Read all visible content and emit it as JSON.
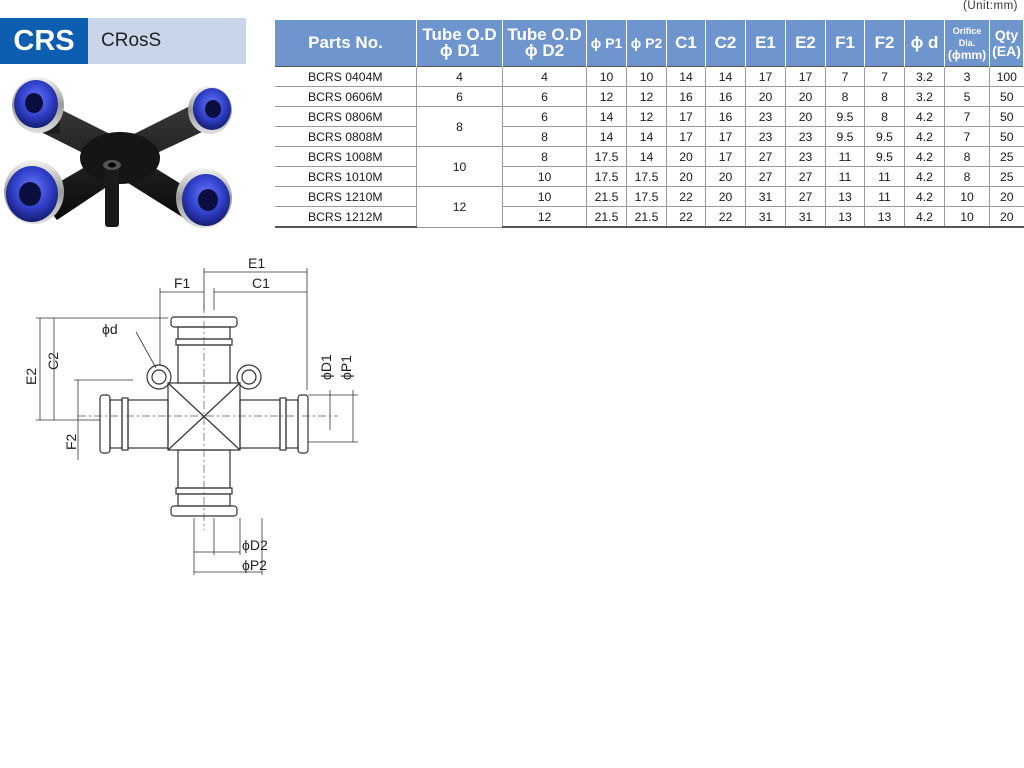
{
  "title": {
    "code": "CRS",
    "name": "CRosS"
  },
  "unit_note": "(Unit:mm)",
  "table": {
    "headers": {
      "parts": "Parts No.",
      "d1_line1": "Tube O.D",
      "d1_line2": "ϕ D1",
      "d2_line1": "Tube O.D",
      "d2_line2": "ϕ D2",
      "p1": "ϕ P1",
      "p2": "ϕ P2",
      "c1": "C1",
      "c2": "C2",
      "e1": "E1",
      "e2": "E2",
      "f1": "F1",
      "f2": "F2",
      "d": "ϕ d",
      "orifice_line1": "Orifice Dia.",
      "orifice_line2": "(ϕmm)",
      "qty_line1": "Qty",
      "qty_line2": "(EA)"
    },
    "rows": [
      {
        "part": "BCRS 0404M",
        "d1": "4",
        "d2": "4",
        "p1": "10",
        "p2": "10",
        "c1": "14",
        "c2": "14",
        "e1": "17",
        "e2": "17",
        "f1": "7",
        "f2": "7",
        "d": "3.2",
        "orifice": "3",
        "qty": "100"
      },
      {
        "part": "BCRS 0606M",
        "d1": "6",
        "d2": "6",
        "p1": "12",
        "p2": "12",
        "c1": "16",
        "c2": "16",
        "e1": "20",
        "e2": "20",
        "f1": "8",
        "f2": "8",
        "d": "3.2",
        "orifice": "5",
        "qty": "50"
      },
      {
        "part": "BCRS 0806M",
        "d1": "8",
        "d2": "6",
        "p1": "14",
        "p2": "12",
        "c1": "17",
        "c2": "16",
        "e1": "23",
        "e2": "20",
        "f1": "9.5",
        "f2": "8",
        "d": "4.2",
        "orifice": "7",
        "qty": "50"
      },
      {
        "part": "BCRS 0808M",
        "d1": "",
        "d2": "8",
        "p1": "14",
        "p2": "14",
        "c1": "17",
        "c2": "17",
        "e1": "23",
        "e2": "23",
        "f1": "9.5",
        "f2": "9.5",
        "d": "4.2",
        "orifice": "7",
        "qty": "50"
      },
      {
        "part": "BCRS 1008M",
        "d1": "10",
        "d2": "8",
        "p1": "17.5",
        "p2": "14",
        "c1": "20",
        "c2": "17",
        "e1": "27",
        "e2": "23",
        "f1": "11",
        "f2": "9.5",
        "d": "4.2",
        "orifice": "8",
        "qty": "25"
      },
      {
        "part": "BCRS 1010M",
        "d1": "",
        "d2": "10",
        "p1": "17.5",
        "p2": "17.5",
        "c1": "20",
        "c2": "20",
        "e1": "27",
        "e2": "27",
        "f1": "11",
        "f2": "11",
        "d": "4.2",
        "orifice": "8",
        "qty": "25"
      },
      {
        "part": "BCRS 1210M",
        "d1": "12",
        "d2": "10",
        "p1": "21.5",
        "p2": "17.5",
        "c1": "22",
        "c2": "20",
        "e1": "31",
        "e2": "27",
        "f1": "13",
        "f2": "11",
        "d": "4.2",
        "orifice": "10",
        "qty": "20"
      },
      {
        "part": "BCRS 1212M",
        "d1": "",
        "d2": "12",
        "p1": "21.5",
        "p2": "21.5",
        "c1": "22",
        "c2": "22",
        "e1": "31",
        "e2": "31",
        "f1": "13",
        "f2": "13",
        "d": "4.2",
        "orifice": "10",
        "qty": "20"
      }
    ]
  },
  "drawing_labels": {
    "e1": "E1",
    "f1": "F1",
    "c1": "C1",
    "d": "ϕd",
    "e2": "E2",
    "c2": "C2",
    "f2": "F2",
    "d1": "ϕD1",
    "p1": "ϕP1",
    "d2": "ϕD2",
    "p2": "ϕP2"
  },
  "colors": {
    "brand_blue": "#0d5db0",
    "header_blue": "#6f95cf",
    "title_bar": "#c9d6ea",
    "fitting_blue": "#2f3fc8"
  }
}
